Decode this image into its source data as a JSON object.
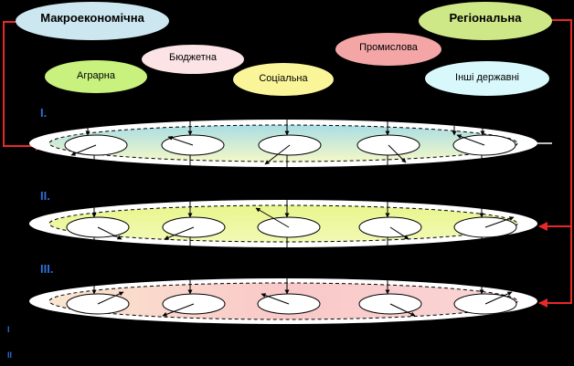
{
  "policies": [
    {
      "label": "Макроекономічна",
      "bold": true,
      "fill": "#cde7f0"
    },
    {
      "label": "Регіональна",
      "bold": true,
      "fill": "#cfe887"
    },
    {
      "label": "Бюджетна",
      "bold": false,
      "fill": "#fbe3e6"
    },
    {
      "label": "Промислова",
      "bold": false,
      "fill": "#f4a6a6"
    },
    {
      "label": "Аграрна",
      "bold": false,
      "fill": "#c8f17e"
    },
    {
      "label": "Соціальна",
      "bold": false,
      "fill": "#fbf59a"
    },
    {
      "label": "Інші державні",
      "bold": false,
      "fill": "#d9f8fb"
    }
  ],
  "levels": [
    {
      "label": "I.",
      "gradient": [
        "#a9dde4",
        "#f4f8c8"
      ]
    },
    {
      "label": "II.",
      "gradient": [
        "#e8f68c",
        "#e8f68c"
      ]
    },
    {
      "label": "III.",
      "gradient": [
        "#f9cccc",
        "#fbe6cf"
      ]
    }
  ],
  "footnotes": [
    "I",
    "II"
  ],
  "colors": {
    "background": "#000000",
    "connector": "#e8292a",
    "level_label": "#2f6fd6"
  }
}
